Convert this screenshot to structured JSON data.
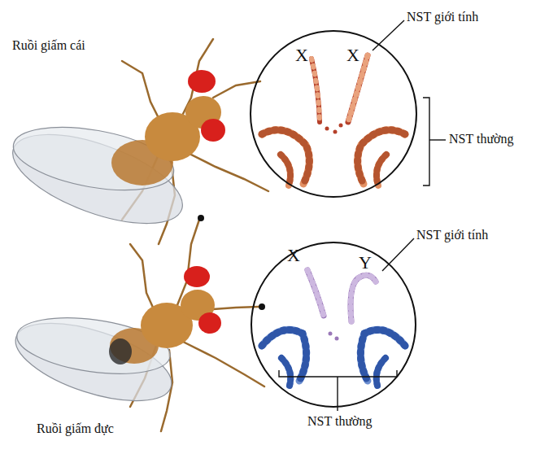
{
  "diagram": {
    "nodes": [
      {
        "text": [
          "X",
          "X"
        ]
      },
      {
        "text": [
          "X",
          "Y"
        ]
      }
    ],
    "labels": [
      "Ruồi giấm cái",
      "NST giới tính",
      "NST thường",
      "NST giới tính",
      "NST thường",
      "Ruồi giấm đực"
    ]
  }
}
